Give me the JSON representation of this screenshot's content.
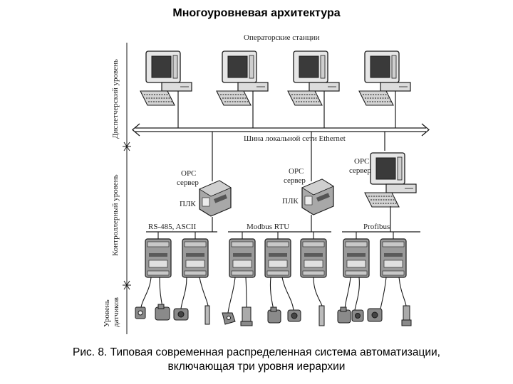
{
  "title": "Многоуровневая архитектура",
  "caption": {
    "line1": "Рис. 8. Типовая современная распределенная система автоматизации,",
    "line2": "включающая три уровня иерархии"
  },
  "levels": {
    "dispatcher": "Диспетчерский уровень",
    "controller": "Контроллерный уровень",
    "sensor_line1": "Уровень",
    "sensor_line2": "датчиков"
  },
  "labels": {
    "operator_stations": "Операторские станции",
    "lan_bus": "Шина локальной сети   Ethernet",
    "opc_server_1_line1": "OPC",
    "opc_server_1_line2": "сервер",
    "plc_1": "ПЛК",
    "opc_server_2_line1": "OPC",
    "opc_server_2_line2": "сервер",
    "plc_2": "ПЛК",
    "opc_server_3_line1": "OPC",
    "opc_server_3_line2": "сервер",
    "bus_1": "RS-485, ASCII",
    "bus_2": "Modbus RTU",
    "bus_3": "Profibus"
  },
  "colors": {
    "ink": "#1a1a1a",
    "device_fill": "#9a9a9a",
    "screen_fill": "#3a3a3a",
    "monitor_fill": "#e6e6e6"
  }
}
